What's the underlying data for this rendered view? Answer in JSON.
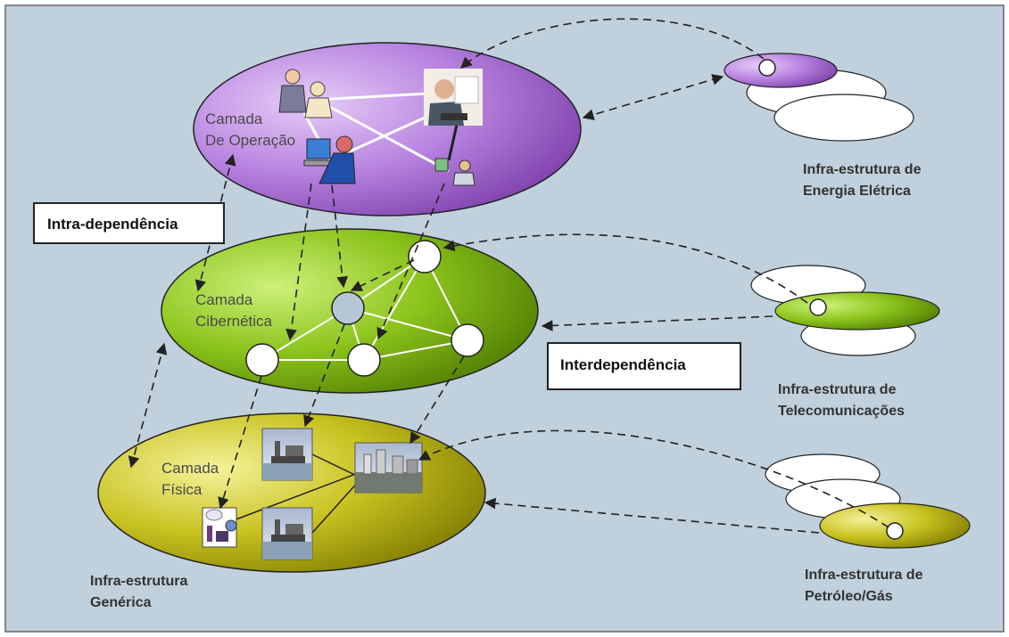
{
  "diagram": {
    "layers": {
      "operation": [
        "Camada",
        "De Operação"
      ],
      "cyber": [
        "Camada",
        "Cibernética"
      ],
      "physical": [
        "Camada",
        "Física"
      ]
    },
    "labels": {
      "intra": "Intra-dependência",
      "inter": "Interdependência",
      "generic": [
        "Infra-estrutura",
        "Genérica"
      ],
      "energy": [
        "Infra-estrutura de",
        "Energia Elétrica"
      ],
      "telecom": [
        "Infra-estrutura de",
        "Telecomunicações"
      ],
      "oil": [
        "Infra-estrutura de",
        "Petróleo/Gás"
      ]
    },
    "colors": {
      "background": "#c0d0dc",
      "operation": "#b87fe0",
      "cyber": "#8cc41c",
      "physical": "#c8c41c",
      "line": "#222222"
    }
  }
}
